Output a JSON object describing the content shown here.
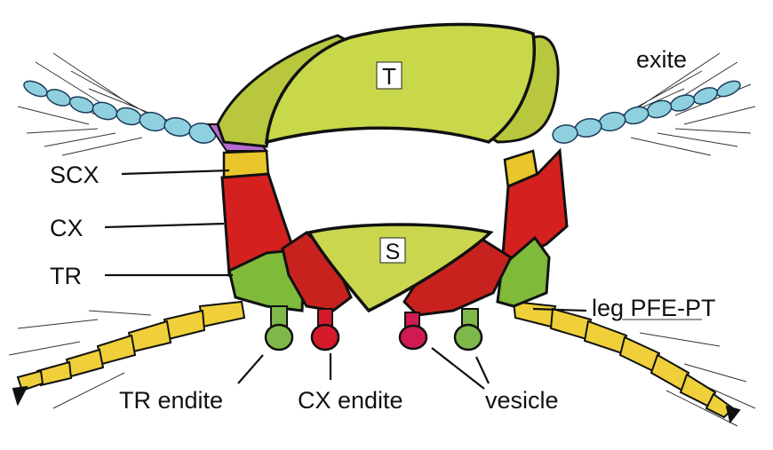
{
  "diagram": {
    "labels": {
      "tergum": "T",
      "sternum": "S",
      "exite": "exite",
      "subcoxa": "SCX",
      "coxa": "CX",
      "trochanter": "TR",
      "leg": "leg PFE-PT",
      "tr_endite": "TR endite",
      "cx_endite": "CX endite",
      "vesicle": "vesicle"
    },
    "colors": {
      "tergum": "#c9d84a",
      "sternum": "#cad64d",
      "coxa": "#d4201f",
      "coxa_dark": "#8e1414",
      "trochanter": "#7fba3a",
      "subcoxa": "#e9c62b",
      "exite": "#8fd0de",
      "exite_base": "#b46bd0",
      "leg": "#efd03a",
      "cx_endite": "#d51b2b",
      "vesicle_right": "#d11a52",
      "tr_endite": "#7fb84a",
      "outline": "#111111"
    }
  }
}
